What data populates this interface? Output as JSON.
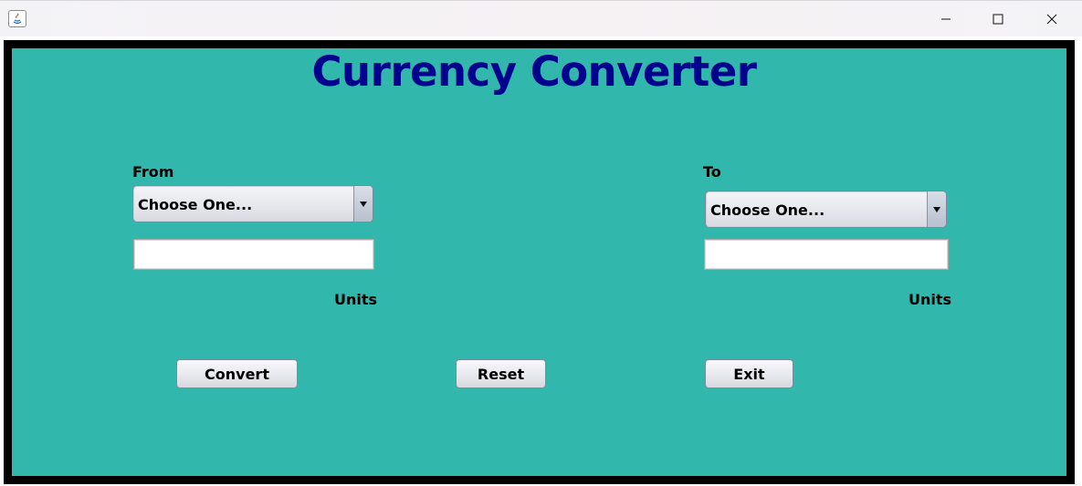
{
  "window": {
    "title": "",
    "controls": [
      "minimize",
      "maximize",
      "close"
    ]
  },
  "app": {
    "title": "Currency Converter",
    "colors": {
      "background": "#31b7ab",
      "title": "#00008f",
      "border": "#000000"
    }
  },
  "from": {
    "label": "From",
    "select_value": "Choose One...",
    "input_value": "",
    "units_label": "Units"
  },
  "to": {
    "label": "To",
    "select_value": "Choose One...",
    "input_value": "",
    "units_label": "Units"
  },
  "buttons": {
    "convert": "Convert",
    "reset": "Reset",
    "exit": "Exit"
  }
}
